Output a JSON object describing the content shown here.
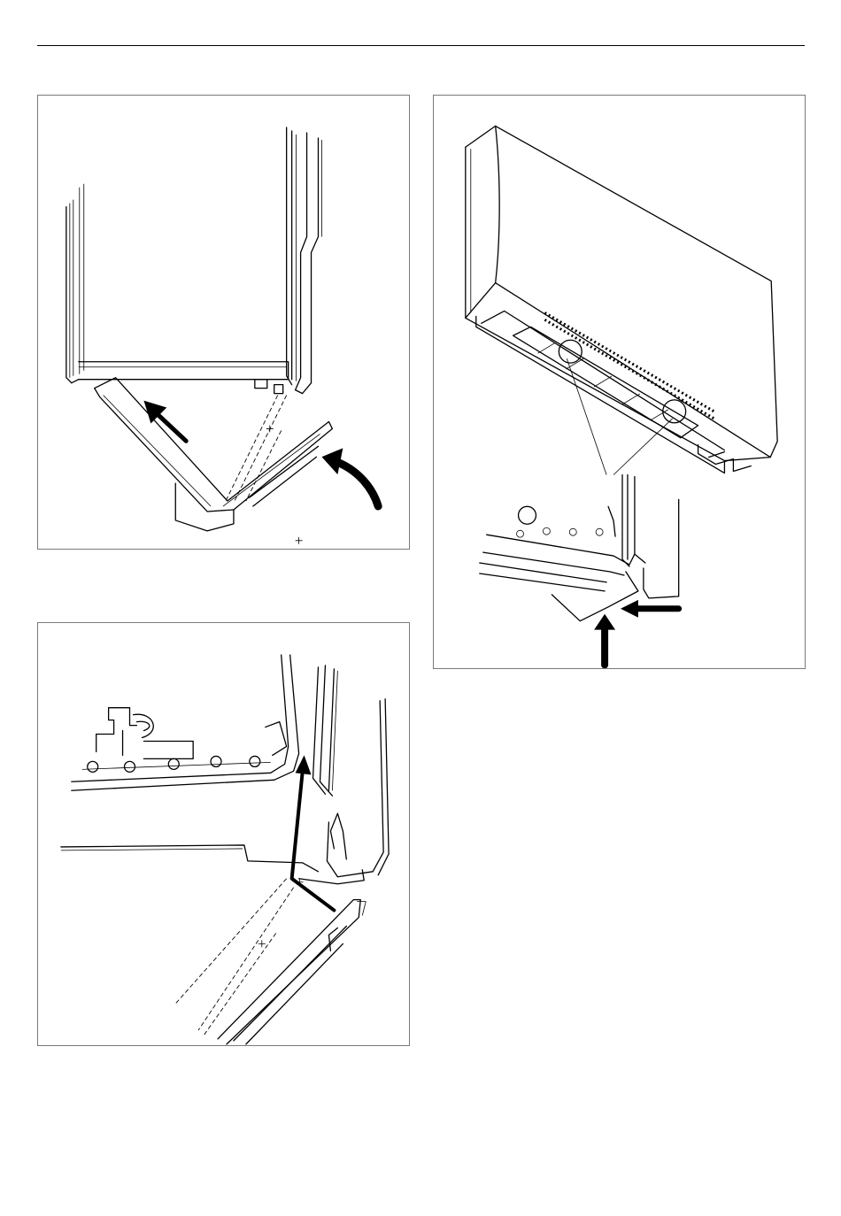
{
  "page": {
    "rule_color": "#000000",
    "frame_color": "#7a7a7a"
  },
  "figures": [
    {
      "id": "fig-a",
      "depicts": "filter-tray-insertion-side-view-icon"
    },
    {
      "id": "fig-b",
      "depicts": "wall-unit-filter-location-detail-icon"
    },
    {
      "id": "fig-c",
      "depicts": "filter-latch-close-up-icon"
    }
  ]
}
